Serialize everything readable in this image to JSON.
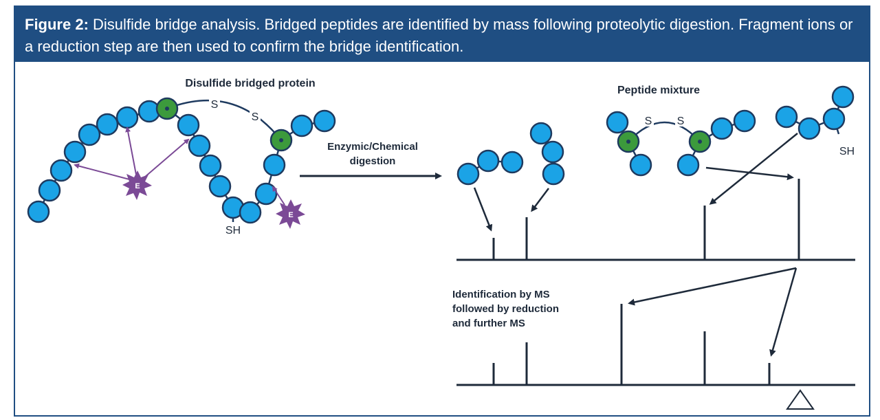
{
  "figure": {
    "label": "Figure 2:",
    "caption": "Disulfide bridge analysis. Bridged peptides are identified by mass following proteolytic digestion. Fragment ions or a reduction step are then used to confirm the bridge identification."
  },
  "diagram": {
    "protein_title": "Disulfide bridged protein",
    "mixture_title": "Peptide mixture",
    "digestion_line1": "Enzymic/Chemical",
    "digestion_line2": "digestion",
    "id_line1": "Identification by MS",
    "id_line2": "followed by reduction",
    "id_line3": "and further MS",
    "sulfur": "S",
    "thiol": "SH",
    "enzyme": "E",
    "colors": {
      "bead_blue": "#1ba3e6",
      "bead_green": "#3c9a3c",
      "outline": "#1e3a5f",
      "enzyme": "#7b4a96",
      "header": "#1f4e82"
    }
  }
}
